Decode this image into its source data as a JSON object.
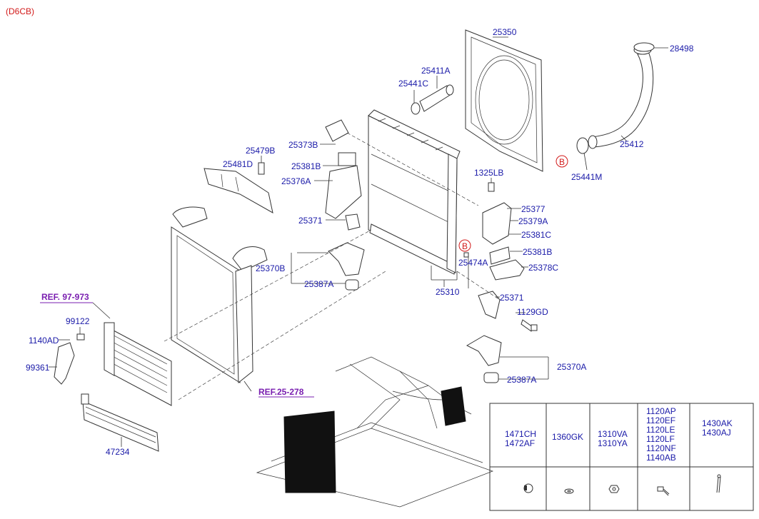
{
  "model_code": "(D6CB)",
  "callouts": {
    "c25350": "25350",
    "c28498": "28498",
    "c25411A": "25411A",
    "c25441C": "25441C",
    "c25412": "25412",
    "c25441M": "25441M",
    "cB1": "B",
    "cB2": "B",
    "c25479B": "25479B",
    "c25373B": "25373B",
    "c25481D": "25481D",
    "c25381B_a": "25381B",
    "c25376A": "25376A",
    "c1325LB": "1325LB",
    "c25377": "25377",
    "c25379A": "25379A",
    "c25381C": "25381C",
    "c25381B_b": "25381B",
    "c25378C": "25378C",
    "c25371_a": "25371",
    "c25474A": "25474A",
    "c25370B": "25370B",
    "c25387A_a": "25387A",
    "c25310": "25310",
    "c25371_b": "25371",
    "c1129GD": "1129GD",
    "cREF97": "REF. 97-973",
    "c99122": "99122",
    "c1140AD": "1140AD",
    "c99361": "99361",
    "c25370A": "25370A",
    "c25387A_b": "25387A",
    "cREF25": "REF.25-278",
    "c47234": "47234"
  },
  "parts_table": [
    {
      "codes": [
        "1471CH",
        "1472AF"
      ],
      "icon": "hose-clamp-icon"
    },
    {
      "codes": [
        "1360GK"
      ],
      "icon": "washer-icon"
    },
    {
      "codes": [
        "1310VA",
        "1310YA"
      ],
      "icon": "nut-icon"
    },
    {
      "codes": [
        "1120AP",
        "1120EF",
        "1120LE",
        "1120LF",
        "1120NF",
        "1140AB"
      ],
      "icon": "bolt-icon"
    },
    {
      "codes": [
        "1430AK",
        "1430AJ"
      ],
      "icon": "cotter-pin-icon"
    }
  ]
}
